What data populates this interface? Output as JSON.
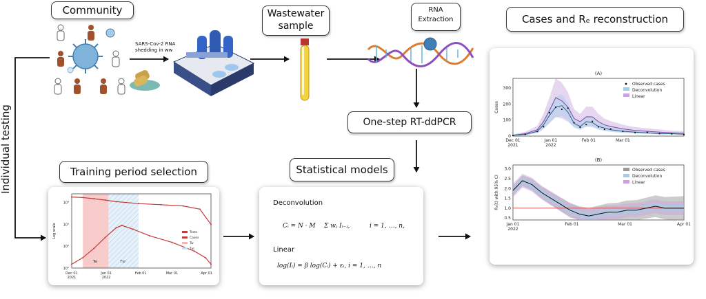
{
  "titles": {
    "community": "Community",
    "wastewater": "Wastewater sample",
    "rna": "RNA Extraction",
    "cases_rt": "Cases and Rₑ reconstruction",
    "ddpcr": "One-step RT-ddPCR",
    "training": "Training period selection",
    "stats": "Statistical models",
    "individual": "Individual testing"
  },
  "community_note": "SARS-Cov-2 RNA shedding in ww",
  "models": {
    "deconv_label": "Deconvolution",
    "deconv_eq_lhs": "Cᵢ = N · M",
    "deconv_eq_sum": "Σ wⱼ Iᵢ₋ⱼ,",
    "deconv_eq_range": "i = 1, …, n,",
    "linear_label": "Linear",
    "linear_eq": "log(Iᵢ) = β log(Cᵢ) + εᵢ,   i = 1, …, n"
  },
  "training_chart": {
    "ylabel": "Log scale",
    "yticks": [
      "10⁴",
      "10³",
      "10²",
      "10¹"
    ],
    "xticks": [
      "Dec 01\n2021",
      "Jan 01\n2022",
      "Feb 01",
      "Mar 01",
      "Apr 01"
    ],
    "legend": [
      "Tests",
      "Cases",
      "Tw",
      "Tvr"
    ],
    "band_w": "Tw",
    "band_vr": "Tvr",
    "tests": [
      [
        0,
        18000
      ],
      [
        10,
        17000
      ],
      [
        20,
        15000
      ],
      [
        30,
        13000
      ],
      [
        40,
        11000
      ],
      [
        60,
        9000
      ],
      [
        80,
        8000
      ],
      [
        100,
        7000
      ],
      [
        115,
        5000
      ],
      [
        125,
        1000
      ]
    ],
    "cases": [
      [
        0,
        15
      ],
      [
        10,
        30
      ],
      [
        20,
        80
      ],
      [
        30,
        250
      ],
      [
        40,
        700
      ],
      [
        45,
        900
      ],
      [
        55,
        600
      ],
      [
        70,
        300
      ],
      [
        90,
        150
      ],
      [
        110,
        60
      ],
      [
        120,
        30
      ],
      [
        125,
        15
      ]
    ]
  },
  "cases_chart": {
    "title": "(A)",
    "ylabel": "Cases",
    "yticks": [
      "300",
      "200",
      "100",
      "0"
    ],
    "xticks": [
      "Dec 01\n2021",
      "Jan 01\n2022",
      "Feb 01",
      "Mar 01"
    ],
    "legend": [
      "Observed cases",
      "Deconvolution",
      "Linear"
    ],
    "ylim": [
      0,
      360
    ],
    "x": [
      0,
      10,
      20,
      25,
      30,
      35,
      40,
      45,
      50,
      55,
      60,
      65,
      70,
      75,
      80,
      90,
      100,
      110,
      120,
      130,
      140
    ],
    "deconv": [
      5,
      10,
      30,
      70,
      130,
      180,
      190,
      150,
      80,
      60,
      90,
      85,
      60,
      50,
      40,
      30,
      25,
      20,
      15,
      15,
      12
    ],
    "linear": [
      5,
      15,
      40,
      90,
      160,
      240,
      220,
      180,
      110,
      90,
      120,
      120,
      90,
      70,
      60,
      45,
      35,
      30,
      25,
      20,
      18
    ]
  },
  "rt_chart": {
    "title": "(B)",
    "ylabel": "Rₑ(t) with 95% CI",
    "yticks": [
      "3.0",
      "2.5",
      "2.0",
      "1.5",
      "1.0",
      "0.5"
    ],
    "xticks": [
      "Jan 01\n2022",
      "Feb 01",
      "Mar 01",
      "Apr 01"
    ],
    "legend": [
      "Observed cases",
      "Deconvolution",
      "Linear"
    ],
    "ylim": [
      0.4,
      3.2
    ],
    "x": [
      0,
      5,
      10,
      15,
      20,
      25,
      30,
      35,
      40,
      45,
      50,
      55,
      60,
      65,
      70,
      75,
      80,
      85,
      90
    ],
    "mean": [
      1.9,
      2.4,
      2.2,
      1.8,
      1.5,
      1.2,
      0.9,
      0.7,
      0.6,
      0.7,
      0.8,
      0.8,
      0.9,
      0.9,
      1.0,
      1.1,
      1.0,
      1.0,
      1.0
    ]
  }
}
